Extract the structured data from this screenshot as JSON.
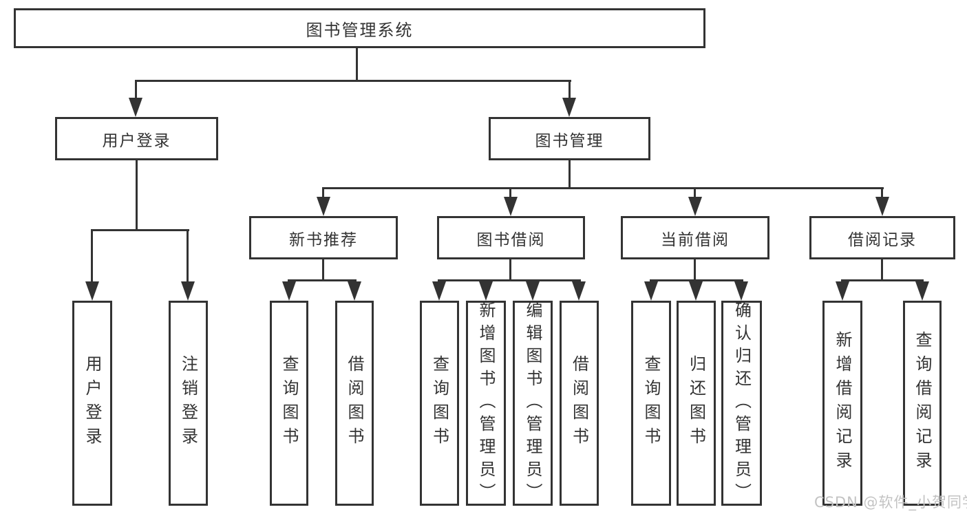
{
  "diagram": {
    "title": "图书管理系统",
    "level2": [
      {
        "label": "用户登录"
      },
      {
        "label": "图书管理"
      }
    ],
    "level3": [
      {
        "label": "新书推荐"
      },
      {
        "label": "图书借阅"
      },
      {
        "label": "当前借阅"
      },
      {
        "label": "借阅记录"
      }
    ],
    "leaves": {
      "user": [
        "用户登录",
        "注销登录"
      ],
      "newbook": [
        "查询图书",
        "借阅图书"
      ],
      "borrow": [
        "查询图书",
        "新增图书（管理员）",
        "编辑图书（管理员）",
        "借阅图书"
      ],
      "current": [
        "查询图书",
        "归还图书",
        "确认归还（管理员）"
      ],
      "record": [
        "新增借阅记录",
        "查询借阅记录"
      ]
    },
    "colors": {
      "line": "#333333",
      "text": "#333333",
      "watermark": "#c3c3c3",
      "background": "#ffffff"
    }
  },
  "watermark": {
    "text": "CSDN @软件_小贺同学"
  }
}
